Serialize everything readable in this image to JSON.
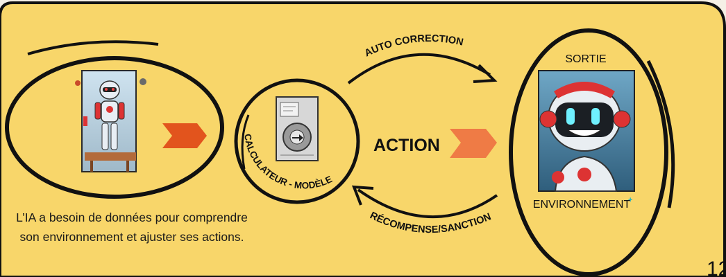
{
  "labels": {
    "auto_correction": "AUTO CORRECTION",
    "calculateur": "CALCULATEUR - MODÈLE",
    "action": "ACTION",
    "sortie": "SORTIE",
    "environnement": "ENVIRONNEMENT",
    "environnement_mark": "+",
    "recompense": "RÉCOMPENSE/SANCTION",
    "caption": "L’IA a besoin de données pour comprendre son environnement et ajuster ses actions.",
    "page_number": "12"
  },
  "colors": {
    "panel": "#f8d66a",
    "arrow_small": "#e2541d",
    "arrow_action": "#ef7b45",
    "stroke": "#111111",
    "plus": "#1fb5c0"
  },
  "icons": [
    "robot-on-table-icon",
    "model-document-gear-icon",
    "smiling-robot-icon"
  ]
}
